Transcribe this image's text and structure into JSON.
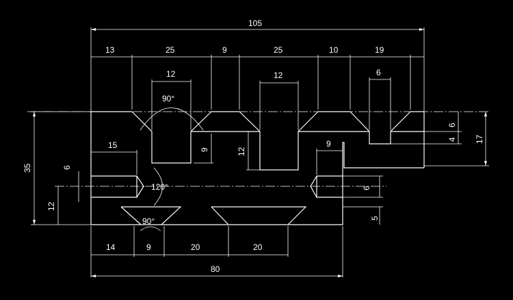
{
  "drawing": {
    "background": "#000000",
    "line_color": "#ffffff",
    "dims": {
      "overall_top": "105",
      "seg_13": "13",
      "seg_25a": "25",
      "seg_9": "9",
      "seg_25b": "25",
      "seg_10": "10",
      "seg_19": "19",
      "groove_12a": "12",
      "groove_12b": "12",
      "groove_6": "6",
      "angle_90_top": "90°",
      "depth_9": "9",
      "depth_12": "12",
      "right_9": "9",
      "right_6_top": "6",
      "right_4": "4",
      "right_17": "17",
      "left_35": "35",
      "left_6": "6",
      "left_12": "12",
      "hole_15": "15",
      "angle_120": "120°",
      "right_6_hole": "6",
      "right_5": "5",
      "angle_90_bottom": "90°",
      "bottom_14": "14",
      "bottom_9": "9",
      "bottom_20a": "20",
      "bottom_20b": "20",
      "overall_bottom": "80"
    }
  }
}
